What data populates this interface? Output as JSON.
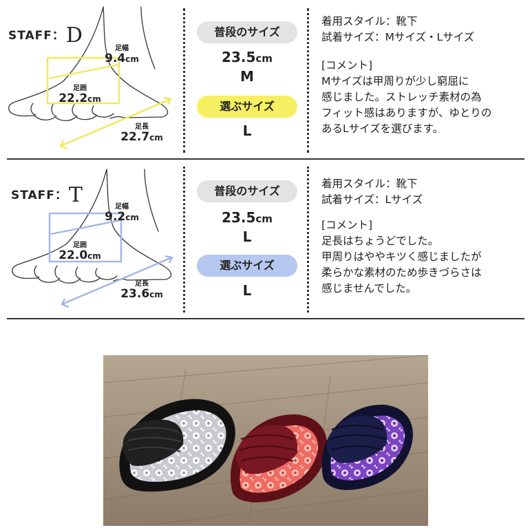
{
  "staff_prefix": "STAFF：",
  "labels": {
    "width": "足幅",
    "girth": "足囲",
    "length": "足長",
    "unit": "cm",
    "usual_size": "普段のサイズ",
    "chosen_size": "選ぶサイズ"
  },
  "staff": [
    {
      "initial": "D",
      "width": "9.4",
      "girth": "22.2",
      "length": "22.7",
      "usual_cm": "23.5",
      "usual_letter": "M",
      "chosen_letter": "L",
      "style_line": "着用スタイル：靴下",
      "tried_line": "試着サイズ：Mサイズ・Lサイズ",
      "comment_title": "[コメント]",
      "comment_lines": [
        "Mサイズは甲周りが少し窮屈に",
        "感じました。ストレッチ素材の為",
        "フィット感はありますが、ゆとりの",
        "あるLサイズを選びます。"
      ],
      "accent": "#f2e85a",
      "pill_color": "#f6ef62"
    },
    {
      "initial": "T",
      "width": "9.2",
      "girth": "22.0",
      "length": "23.6",
      "usual_cm": "23.5",
      "usual_letter": "L",
      "chosen_letter": "L",
      "style_line": "着用スタイル：靴下",
      "tried_line": "試着サイズ：Lサイズ",
      "comment_title": "[コメント]",
      "comment_lines": [
        "足長はちょうどでした。",
        "甲周りはややキツく感じましたが",
        "柔らかな素材のため歩きづらさは",
        "感じませんでした。"
      ],
      "accent": "#9fb6e6",
      "pill_color": "#b6c8f0"
    }
  ],
  "photo": {
    "floor_color": "#9a8a78",
    "sandals": [
      {
        "name": "black",
        "body": "#1c1c1c",
        "insole": "#d9d9e0",
        "flower": "#ffffff"
      },
      {
        "name": "wine",
        "body": "#6e1420",
        "insole": "#f2786f",
        "flower": "#ffd0c8"
      },
      {
        "name": "navy",
        "body": "#15173a",
        "insole": "#8a4fc8",
        "flower": "#e8d6ff"
      }
    ]
  }
}
